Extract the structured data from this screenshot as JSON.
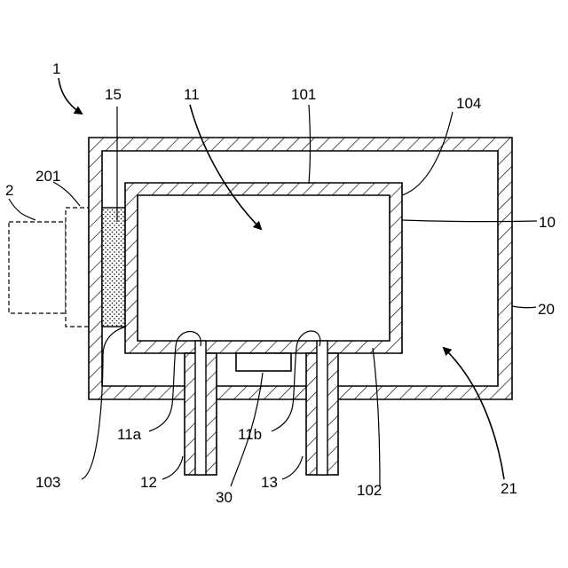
{
  "labels": {
    "device": "1",
    "external": "2",
    "part_201": "201",
    "part_15": "15",
    "part_11": "11",
    "part_101": "101",
    "part_104": "104",
    "part_10": "10",
    "part_20": "20",
    "part_21": "21",
    "part_103": "103",
    "part_11a": "11a",
    "part_11b": "11b",
    "part_12": "12",
    "part_13": "13",
    "part_30": "30",
    "part_102": "102"
  }
}
